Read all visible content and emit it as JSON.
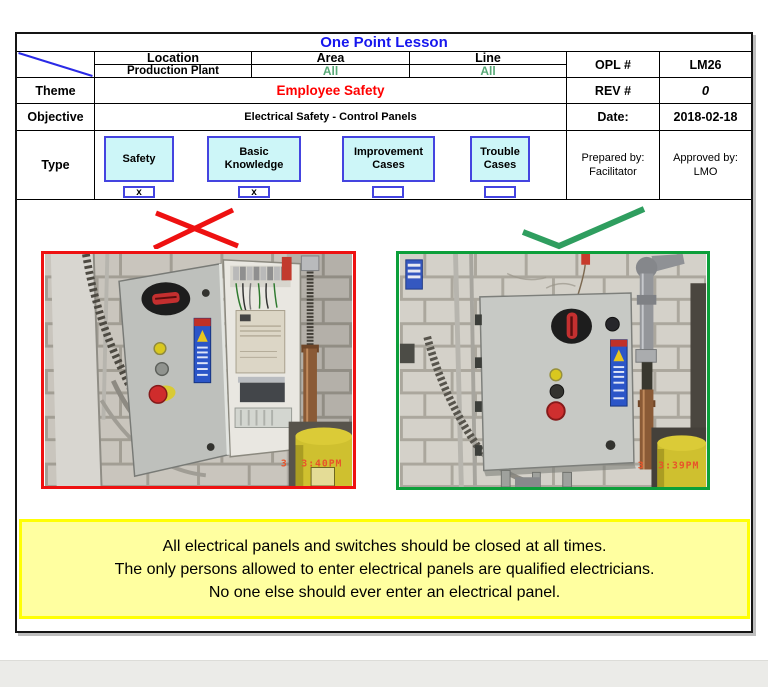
{
  "doc": {
    "title": "One Point Lesson",
    "header": {
      "location": {
        "label": "Location",
        "value": "Production Plant"
      },
      "area": {
        "label": "Area",
        "value": "All"
      },
      "line": {
        "label": "Line",
        "value": "All"
      },
      "opl": {
        "label": "OPL #",
        "value": "LM26"
      }
    },
    "theme": {
      "label": "Theme",
      "value": "Employee Safety",
      "rev_label": "REV #",
      "rev_value": "0"
    },
    "objective": {
      "label": "Objective",
      "value": "Electrical Safety - Control Panels",
      "date_label": "Date:",
      "date_value": "2018-02-18"
    },
    "type": {
      "label": "Type",
      "options": [
        {
          "label": "Safety",
          "mark": "x",
          "checked": true
        },
        {
          "label": "Basic Knowledge",
          "mark": "x",
          "checked": true
        },
        {
          "label": "Improvement Cases",
          "mark": "",
          "checked": false
        },
        {
          "label": "Trouble Cases",
          "mark": "",
          "checked": false
        }
      ],
      "prepared": {
        "label": "Prepared by:",
        "value": "Facilitator"
      },
      "approved": {
        "label": "Approved by:",
        "value": "LMO"
      }
    }
  },
  "photos": {
    "bad": {
      "annotation": "cross-mark",
      "timestamp": "3  3:40PM",
      "border_color": "#ee1111"
    },
    "good": {
      "annotation": "check-mark",
      "timestamp": "3  3:39PM",
      "border_color": "#0c9f3a"
    }
  },
  "note": {
    "lines": [
      "All electrical panels and switches should be closed at all times.",
      "The only persons allowed to enter electrical panels are qualified electricians.",
      "No one else should ever enter an electrical panel."
    ]
  },
  "colors": {
    "title": "#1616ee",
    "theme_text": "#ff0000",
    "area_line_value": "#57a876",
    "type_box_fill": "#cdf6f8",
    "type_box_border": "#4444e0",
    "cross_mark": "#ee1111",
    "check_mark": "#2f9e5f",
    "note_bg": "#ffffa0",
    "note_border": "#ffff05",
    "timestamp": "#e8532a"
  }
}
